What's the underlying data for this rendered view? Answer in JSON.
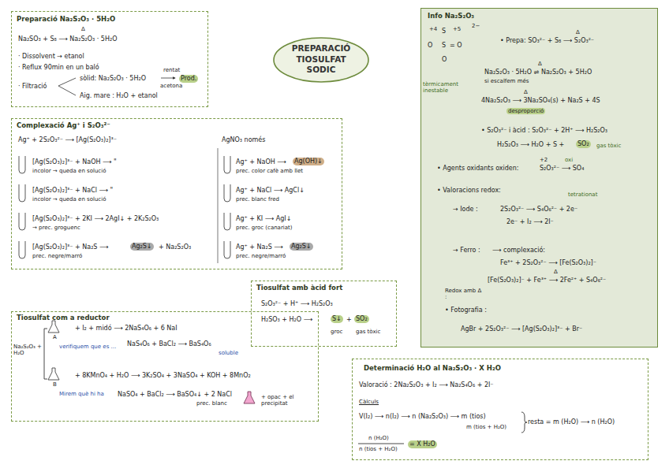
{
  "diagram": {
    "title": "PREPARACIÓ TIOSULFAT SODIC",
    "nodes": [
      {
        "text": [
          "Preparació   Na₂S₂O₃ · 5H₂O",
          "Δ",
          "Na₂SO₃ + S₈ ⟶ Na₂S₂O₃ · 5H₂O",
          "· Dissolvent → etanol",
          "· Reflux 90min en un baló",
          "· Filtració",
          "sòlid: Na₂S₂O₃ · 5H₂O",
          "rentat",
          "acetona",
          "Prod.",
          "Aig. mare : H₂O + etanol"
        ]
      },
      {
        "text": [
          "Complexació  Ag⁺ i S₂O₃²⁻",
          "Ag⁺ + 2S₂O₃²⁻ ⟶ [Ag(S₂O₃)₂]³⁻",
          "[Ag(S₂O₃)₂]³⁻ + NaOH ⟶ \"",
          "incolor → queda en solució",
          "[Ag(S₂O₃)₂]³⁻ + NaCl ⟶ \"",
          "incolor → queda en solució",
          "[Ag(S₂O₃)₂]³⁻ + 2KI ⟶ 2AgI↓ + 2K₂S₂O₃",
          "→ prec. groguenc",
          "[Ag(S₂O₃)₂]³⁻ + Na₂S ⟶",
          "Ag₂S↓",
          "+ Na₂S₂O₃",
          "prec. negre/marró",
          "AgNO₃ només",
          "Ag⁺ + NaOH ⟶",
          "Ag(OH)↓",
          "prec. color cafè amb llet",
          "Ag⁺ + NaCl ⟶ AgCl↓",
          "prec. blanc fred",
          "Ag⁺ + KI ⟶ AgI↓",
          "prec. groc (canariat)",
          "Ag⁺ + Na₂S ⟶",
          "Ag₂S↓",
          "prec. negre/marró"
        ]
      },
      {
        "text": [
          "Info Na₂S₂O₃",
          "2−",
          "+4",
          "+5",
          "S",
          "O",
          "S",
          "= O",
          "O",
          "tèrmicament inestable",
          "• Prepa:  SO₃²⁻ + S₈ ⟶ S₂O₃²⁻",
          "Δ",
          "Na₂S₂O₃ · 5H₂O ⇌ Na₂S₂O₃ + 5H₂O",
          "Δ",
          "si escalfem més",
          "4Na₂S₂O₃ ⟶ 3Na₂SO₄(s) + Na₂S + 4S",
          "Δ",
          "desproporció",
          "• S₂O₃²⁻ i àcid :  S₂O₃²⁻ + 2H⁺ ⟶ H₂S₂O₃",
          "H₂S₂O₃ ⟶ H₂O + S +",
          "SO₂",
          "gas tòxic",
          "• Agents oxidants oxiden:",
          "+2",
          "S₂O₃²⁻ ⟶ SO₄",
          "oxi",
          "• Valoracions redox:",
          "→ Iode :",
          "2S₂O₃²⁻ ⟶ S₄O₆²⁻ + 2e⁻",
          "tetrationat",
          "2e⁻ + I₂ ⟶ 2I⁻",
          "→ Ferro :",
          "⟶ complexació:",
          "Fe³⁺ + 2S₂O₃²⁻ ⟶ [Fe(S₂O₃)₂]⁻",
          "Redox amb Δ :",
          "[Fe(S₂O₃)₂]⁻ + Fe³⁺ ⟶ 2Fe²⁺ + S₄O₆²⁻",
          "Δ",
          "• Fotografia :",
          "AgBr + 2S₂O₃²⁻ ⟶ [Ag(S₂O₃)₂]³⁻ + Br⁻"
        ]
      },
      {
        "text": [
          "Tiosulfat amb àcid fort",
          "S₂O₃²⁻ + H⁺ ⟶ H₂S₂O₃",
          "H₂SO₃ + H₂O ⟶",
          "S↓",
          "+",
          "SO₂",
          "groc",
          "gas tòxic"
        ]
      },
      {
        "text": [
          "Tiosulfat com a reductor",
          "Na₂S₂O₃ + H₂O",
          "A",
          "+ I₂ + midó ⟶ 2NaS₄O₆ + 6 NaI",
          "verifiquem que es ...",
          "NaS₄O₆ + BaCl₂ ⟶ BaS₄O₆",
          "soluble",
          "B",
          "+ 8KMnO₄ + H₂O ⟶ 3K₂SO₄ + 3NaSO₄ + KOH + 8MnO₂",
          "Mirem què hi ha",
          "NaSO₄ + BaCl₂ ⟶ BaSO₄↓ + 2 NaCl",
          "prec. blanc",
          "+ opac + el precipitat"
        ]
      },
      {
        "text": [
          "Determinació H₂O al Na₂S₂O₃ · X H₂O",
          "Valoració : 2Na₂S₂O₃ + I₂ ⟶ Na₂S₄O₆ + 2I⁻",
          "Càlculs",
          "V(I₂) ⟶ n(I₂) ⟶ n (Na₂S₂O₃) ⟶ m (tios)",
          "m (tios + H₂O)",
          "resta = m (H₂O) ⟶ n (H₂O)",
          "n (H₂O)",
          "n (tios + H₂O)",
          "= X H₂O"
        ]
      }
    ]
  }
}
